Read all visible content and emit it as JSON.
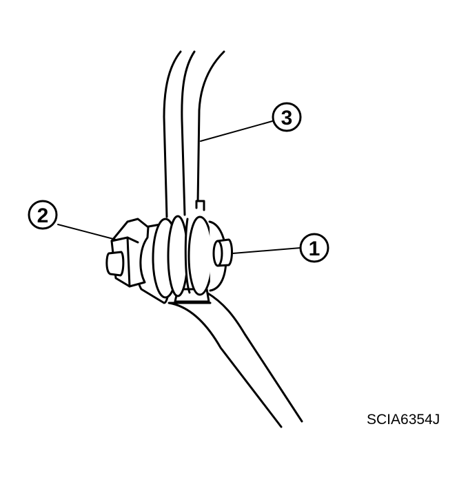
{
  "diagram": {
    "callouts": [
      {
        "id": "1",
        "label": "1"
      },
      {
        "id": "2",
        "label": "2"
      },
      {
        "id": "3",
        "label": "3"
      }
    ],
    "figure_code": "SCIA6354J"
  }
}
